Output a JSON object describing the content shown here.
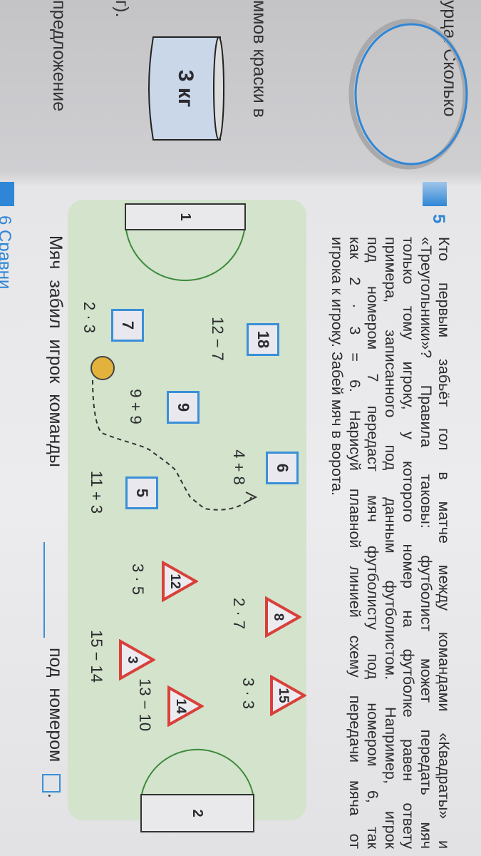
{
  "previous_page": {
    "fragment_1": "урца. Сколько",
    "fragment_2": "ммов краски в",
    "can_label": "3 кг",
    "fragment_3": "г).",
    "fragment_4": "предложение",
    "next_task": "6 Сравни"
  },
  "task": {
    "number": "5",
    "lines": [
      "Кто первым забьёт гол в матче между командами «Квадраты» и",
      "«Треугольники»? Правила таковы: футболист может передать мяч",
      "только тому игроку, у которого номер на футболке равен ответу",
      "примера, записанного под данным футболистом. Например, игрок",
      "под номером 7 передаст мяч футболисту под номером 6, так",
      "как 2 · 3 = 6. Нарисуй плавной линией схему передачи мяча от",
      "игрока к игроку. Забей мяч в ворота."
    ]
  },
  "field": {
    "goal_1": "1",
    "goal_2": "2",
    "squares": [
      {
        "number": "18",
        "expr": "12 − 7"
      },
      {
        "number": "7",
        "expr": "2 · 3"
      },
      {
        "number": "6",
        "expr": "4 + 8"
      },
      {
        "number": "9",
        "expr": "9 + 9"
      },
      {
        "number": "5",
        "expr": "11 + 3"
      }
    ],
    "triangles": [
      {
        "number": "8",
        "expr": "2 · 7"
      },
      {
        "number": "12",
        "expr": "3 · 5"
      },
      {
        "number": "15",
        "expr": "3 · 3"
      },
      {
        "number": "14",
        "expr": "13 − 10"
      },
      {
        "number": "3",
        "expr": "15 − 14"
      }
    ]
  },
  "answer": {
    "prefix": "Мяч забил игрок команды",
    "middle": "под номером",
    "suffix": "."
  },
  "colors": {
    "square_border": "#3a8fd8",
    "triangle_border": "#d9403a",
    "field": "#d3e3cc",
    "ball": "#e3b23c"
  }
}
